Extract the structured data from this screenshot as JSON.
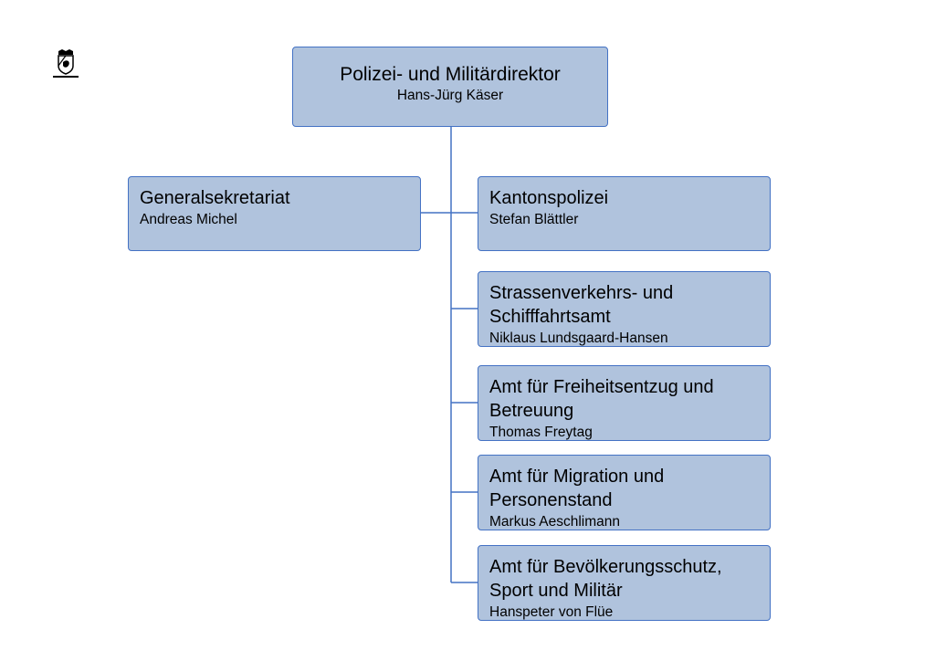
{
  "org_chart": {
    "head": {
      "unit": "Polizei- und Militärdirektor",
      "person": "Hans-Jürg Käser"
    },
    "staff": {
      "unit": "Generalsekretariat",
      "person": "Andreas Michel"
    },
    "offices": [
      {
        "unit": "Kantonspolizei",
        "person": "Stefan Blättler"
      },
      {
        "unit": "Strassenverkehrs- und Schifffahrtsamt",
        "person": "Niklaus Lundsgaard-Hansen"
      },
      {
        "unit": "Amt für Freiheitsentzug und Betreuung",
        "person": "Thomas Freytag"
      },
      {
        "unit": "Amt für Migration und Personenstand",
        "person": "Markus Aeschlimann"
      },
      {
        "unit": "Amt für Bevölkerungsschutz, Sport und Militär",
        "person": "Hanspeter von Flüe"
      }
    ]
  },
  "colors": {
    "box_fill": "#b0c3dd",
    "box_border": "#4472c4",
    "connector": "#4472c4"
  },
  "logo": {
    "icon": "bern-coat-of-arms-icon"
  }
}
